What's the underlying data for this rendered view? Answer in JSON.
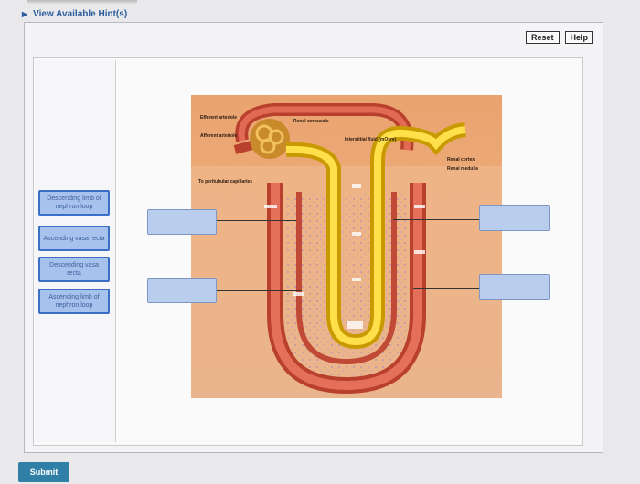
{
  "header": {
    "hint_toggle_label": "View Available Hint(s)"
  },
  "toolbar": {
    "reset_label": "Reset",
    "help_label": "Help"
  },
  "label_bank": [
    {
      "id": "descending-limb",
      "text": "Descending limb of nephron loop"
    },
    {
      "id": "ascending-vasa",
      "text": "Ascending vasa recta"
    },
    {
      "id": "descending-vasa",
      "text": "Descending vasa recta"
    },
    {
      "id": "ascending-limb",
      "text": "Ascending limb of nephron loop"
    }
  ],
  "figure": {
    "labels": {
      "efferent": "Efferent arteriole",
      "afferent": "Afferent arteriole",
      "peritubular": "To peritubular capillaries",
      "corpuscle": "Renal corpuscle",
      "interstitial": "Interstitial fluid (mOsm)",
      "cortex": "Renal cortex",
      "medulla": "Renal medulla"
    }
  },
  "footer": {
    "submit_label": "Submit"
  },
  "colors": {
    "chip_bg": "#a8c2ee",
    "chip_border": "#3b6fc6",
    "submit_bg": "#2f7fa6"
  }
}
